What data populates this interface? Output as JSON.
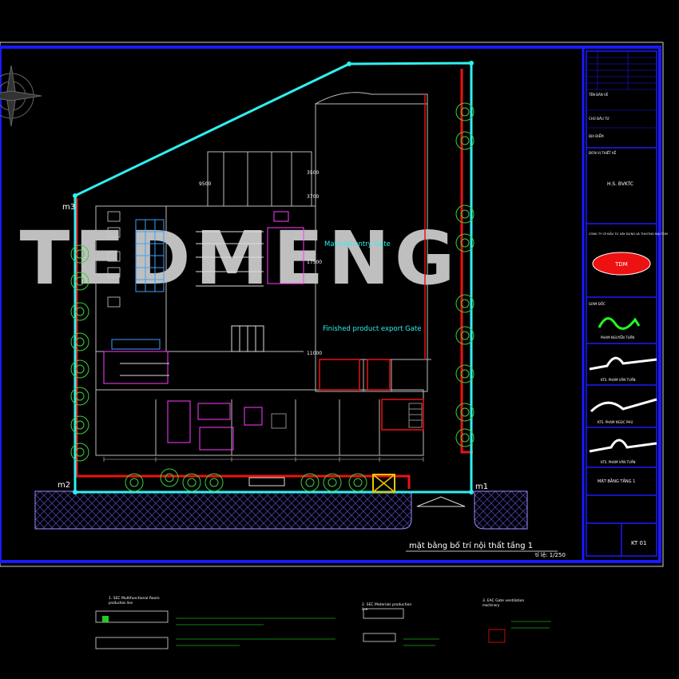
{
  "watermark": "TEDMENG",
  "plan": {
    "title": "mặt bằng bố trí nội thất tầng 1",
    "scale": "tỉ lệ: 1/250",
    "points": [
      "m1",
      "m2",
      "m3"
    ],
    "labels": {
      "material_gate": "Material entry Gate",
      "finished_gate": "Finished product export Gate",
      "dim_9500": "9500",
      "dim_3500": "3500",
      "dim_3700": "3700",
      "dim_17500": "17500",
      "dim_11000": "11000"
    }
  },
  "title_block": {
    "rows": [
      "TÊN BẢN VẼ",
      "CHỦ ĐẦU TƯ",
      "ĐỊA ĐIỂM",
      "H.S. BVKTC",
      "ĐƠN VỊ THIẾT KẾ",
      "GIÁM ĐỐC",
      "PHẠM NGUYỄN TUẤN",
      "KTS. PHẠM VĂN TUẤN",
      "KTS. PHẠM NGỌC PHÚ",
      "KTS. PHẠM VĂN TUẤN",
      "MẶT BẰNG TẦNG 1",
      "KT 01"
    ],
    "company": "CÔNG TY CP ĐẦU TƯ XÂY DỰNG VÀ THƯƠNG MẠI TDM",
    "drawing_code": "KT 01"
  },
  "details": [
    {
      "title": "1. SEC Multifunctional Room",
      "sub": "production line"
    },
    {
      "title": "2. SEC Materials production",
      "sub": "line"
    },
    {
      "title": "3. EAC Gate ventilation",
      "sub": "machinery"
    }
  ]
}
